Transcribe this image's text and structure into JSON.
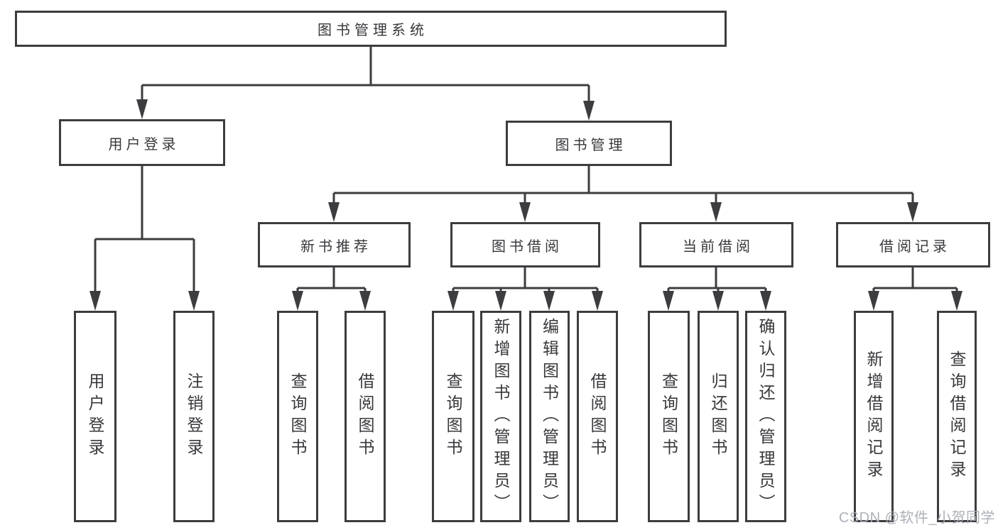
{
  "nodes": {
    "root": "图书管理系统",
    "user_login": "用户登录",
    "book_management": "图书管理",
    "new_book_recommend": "新书推荐",
    "book_borrow": "图书借阅",
    "current_borrow": "当前借阅",
    "borrow_records": "借阅记录",
    "leaf_user_login": "用户登录",
    "leaf_logout": "注销登录",
    "leaf_nb_query_books": "查询图书",
    "leaf_nb_borrow_books": "借阅图书",
    "leaf_bb_query_books": "查询图书",
    "leaf_bb_add_books": "新增图书（管理员）",
    "leaf_bb_edit_books": "编辑图书（管理员）",
    "leaf_bb_borrow_books": "借阅图书",
    "leaf_cb_query_books": "查询图书",
    "leaf_cb_return_books": "归还图书",
    "leaf_cb_confirm_return": "确认归还（管理员）",
    "leaf_rec_add": "新增借阅记录",
    "leaf_rec_query": "查询借阅记录"
  },
  "watermark": "CSDN @软件_小贺同学",
  "colors": {
    "line": "#3d3d40",
    "text": "#38383c",
    "watermark": "#a9adb5",
    "background": "#ffffff"
  }
}
